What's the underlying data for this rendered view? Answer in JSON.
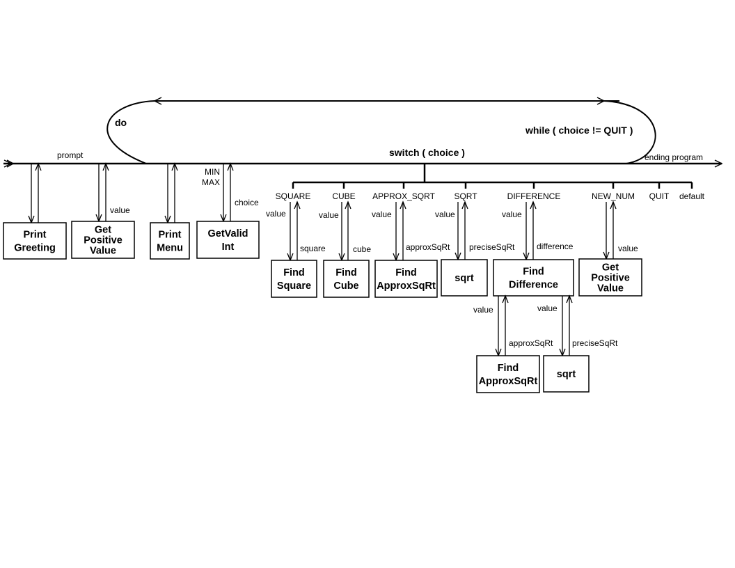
{
  "diagram": {
    "loop": {
      "do_label": "do",
      "while_label": "while ( choice != QUIT )",
      "switch_label": "switch ( choice )"
    },
    "main_line": {
      "start_label": "prompt",
      "end_label": "ending program"
    },
    "top_modules": [
      {
        "lines": [
          "Print",
          "Greeting"
        ],
        "down": "",
        "up": ""
      },
      {
        "lines": [
          "Get",
          "Positive",
          "Value"
        ],
        "down": "",
        "up": "value"
      },
      {
        "lines": [
          "Print",
          "Menu"
        ],
        "down": "",
        "up": ""
      },
      {
        "lines": [
          "GetValid",
          "Int"
        ],
        "down": "MIN\nMAX",
        "down_lines": [
          "MIN",
          "MAX"
        ],
        "up": "choice"
      }
    ],
    "cases": [
      "SQUARE",
      "CUBE",
      "APPROX_SQRT",
      "SQRT",
      "DIFFERENCE",
      "NEW_NUM",
      "QUIT",
      "default"
    ],
    "case_modules": [
      {
        "lines": [
          "Find",
          "Square"
        ],
        "down": "value",
        "up": "square"
      },
      {
        "lines": [
          "Find",
          "Cube"
        ],
        "down": "value",
        "up": "cube"
      },
      {
        "lines": [
          "Find",
          "ApproxSqRt"
        ],
        "down": "value",
        "up": "approxSqRt"
      },
      {
        "lines": [
          "sqrt"
        ],
        "down": "value",
        "up": "preciseSqRt"
      },
      {
        "lines": [
          "Find",
          "Difference"
        ],
        "down": "value",
        "up": "difference"
      },
      {
        "lines": [
          "Get",
          "Positive",
          "Value"
        ],
        "down": "",
        "up": "value"
      }
    ],
    "sub_modules": [
      {
        "lines": [
          "Find",
          "ApproxSqRt"
        ],
        "down": "value",
        "up": "approxSqRt"
      },
      {
        "lines": [
          "sqrt"
        ],
        "down": "value",
        "up": "preciseSqRt"
      }
    ]
  }
}
